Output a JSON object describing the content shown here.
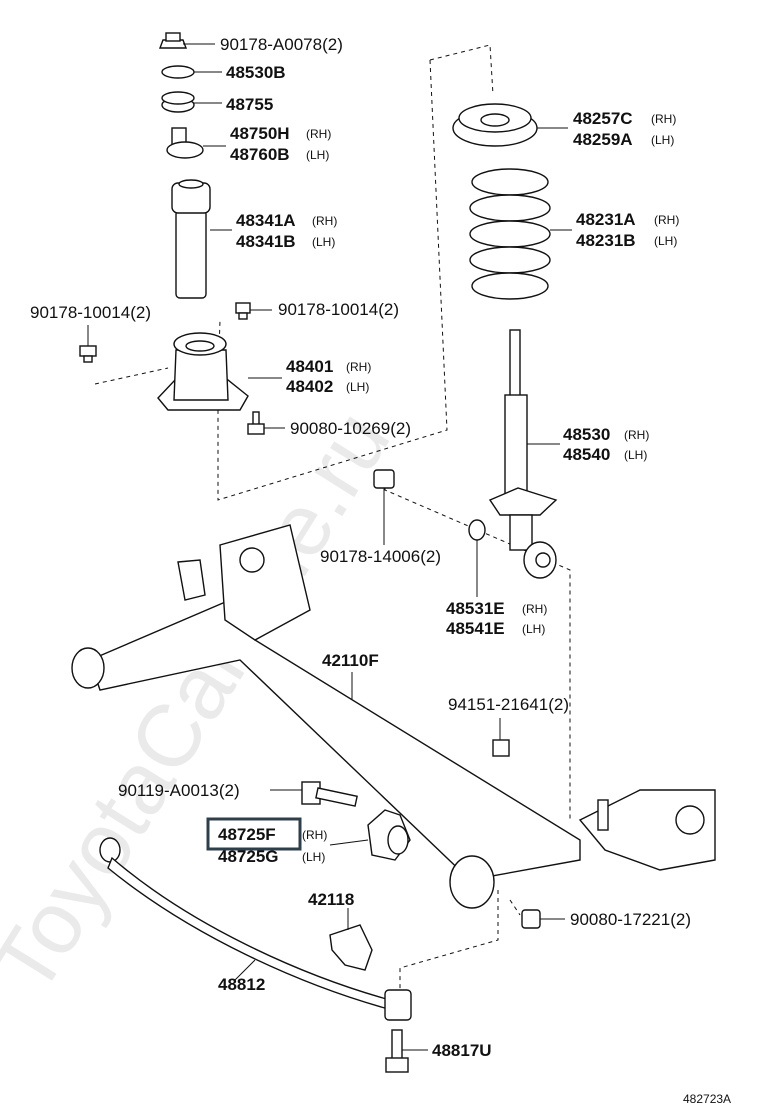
{
  "watermark": "ToyotaCarMile.ru",
  "diagram_ref": "482723A",
  "highlight_color": "#2f3f4a",
  "labels": {
    "nut_top": "90178-A0078(2)",
    "washer_48530b": "48530B",
    "bushing_48755": "48755",
    "bump_rh": "48750H",
    "bump_lh": "48760B",
    "boot_rh": "48341A",
    "boot_lh": "48341B",
    "nut_left": "90178-10014(2)",
    "nut_right": "90178-10014(2)",
    "support_rh": "48401",
    "support_lh": "48402",
    "bolt_support": "90080-10269(2)",
    "seat_rh": "48257C",
    "seat_lh": "48259A",
    "spring_rh": "48231A",
    "spring_lh": "48231B",
    "absorber_rh": "48530",
    "absorber_lh": "48540",
    "nut_14006": "90178-14006(2)",
    "bush_rh": "48531E",
    "bush_lh": "48541E",
    "beam": "42110F",
    "nut_21641": "94151-21641(2)",
    "bolt_a0013": "90119-A0013(2)",
    "arm_bush_rh": "48725F",
    "arm_bush_lh": "48725G",
    "clip": "42118",
    "rod": "48812",
    "bolt_17221": "90080-17221(2)",
    "bolt_48817u": "48817U"
  },
  "suffix": {
    "rh": "(RH)",
    "lh": "(LH)"
  }
}
